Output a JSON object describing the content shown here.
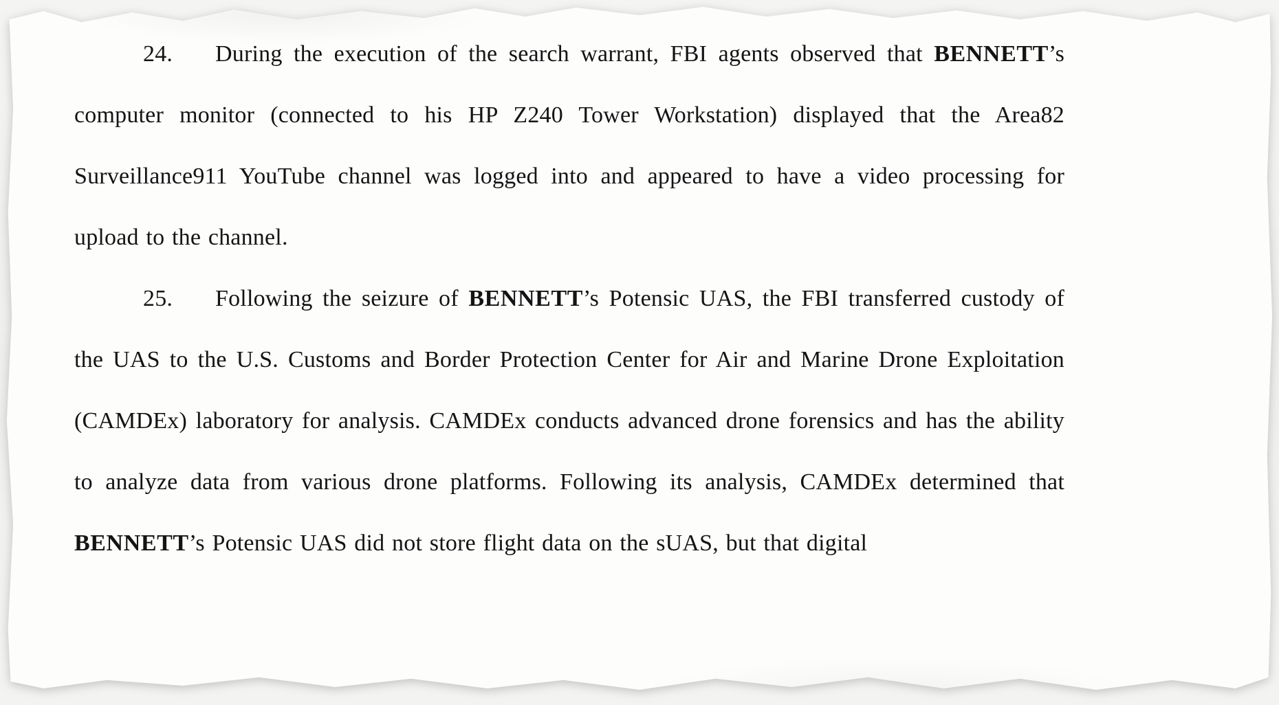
{
  "page": {
    "background_color": "#f2f2f1",
    "paper_color": "#fdfdfc",
    "text_color": "#141414",
    "kind": "scanned legal document excerpt"
  },
  "document": {
    "paragraphs": [
      {
        "number": "24.",
        "segments": [
          {
            "bold": false,
            "text": "During the execution of the search warrant, FBI agents observed that "
          },
          {
            "bold": true,
            "text": "BENNETT"
          },
          {
            "bold": false,
            "text": "’s computer monitor (connected to his HP Z240 Tower Workstation) displayed that the Area82 Surveillance911 YouTube channel was logged into and appeared to have a video processing for upload to the channel."
          }
        ]
      },
      {
        "number": "25.",
        "segments": [
          {
            "bold": false,
            "text": "Following the seizure of "
          },
          {
            "bold": true,
            "text": "BENNETT"
          },
          {
            "bold": false,
            "text": "’s Potensic UAS, the FBI transferred custody of the UAS to the U.S. Customs and Border Protection Center for Air and Marine Drone Exploitation (CAMDEx) laboratory for analysis. CAMDEx conducts advanced drone forensics and has the ability to analyze data from various drone platforms. Following its analysis, CAMDEx determined that "
          },
          {
            "bold": true,
            "text": "BENNETT"
          },
          {
            "bold": false,
            "text": "’s Potensic UAS did not store flight data on the sUAS, but that digital"
          }
        ]
      }
    ]
  }
}
